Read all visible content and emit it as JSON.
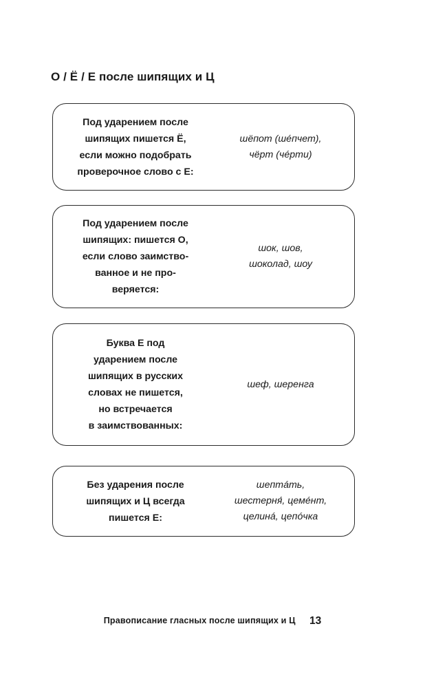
{
  "page": {
    "title": "О / Ё / Е после шипящих и Ц",
    "footer_title": "Правописание гласных после шипящих и Ц",
    "page_number": "13"
  },
  "rules": [
    {
      "text_lines": [
        "Под ударением после",
        "шипящих пишется Ё,",
        "если можно подобрать",
        "проверочное слово с Е:"
      ],
      "example_lines": [
        "шёпот (шéпчет),",
        "чёрт (чéрти)"
      ]
    },
    {
      "text_lines": [
        "Под ударением после",
        "шипящих: пишется О,",
        "если слово заимство-",
        "ванное и не про-",
        "веряется:"
      ],
      "example_lines": [
        "шок, шов,",
        "шоколад, шоу"
      ]
    },
    {
      "text_lines": [
        "Буква Е под",
        "ударением после",
        "шипящих в русских",
        "словах не пишется,",
        "но встречается",
        "в заимствованных:"
      ],
      "example_lines": [
        "шеф, шеренга"
      ]
    },
    {
      "text_lines": [
        "Без ударения после",
        "шипящих и Ц всегда",
        "пишется Е:"
      ],
      "example_lines": [
        "шептáть,",
        "шестерня́, цемéнт,",
        "целинá, цепóчка"
      ]
    }
  ]
}
